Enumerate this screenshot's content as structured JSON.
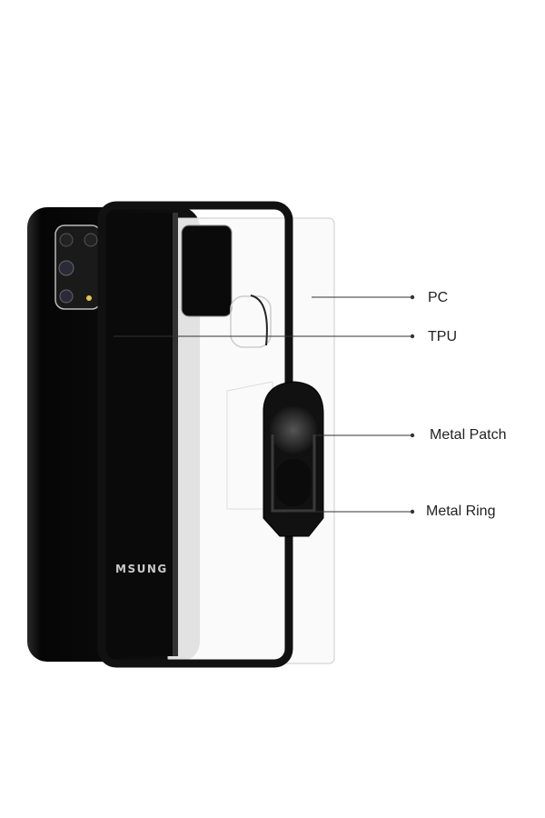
{
  "labels": {
    "pc": "PC",
    "tpu": "TPU",
    "metal_patch": "Metal Patch",
    "metal_ring": "Metal Ring"
  },
  "phone_brand": "MSUNG",
  "colors": {
    "case_frame": "#111111",
    "phone_body": "#0c0c0c",
    "leader_line": "#333333"
  }
}
